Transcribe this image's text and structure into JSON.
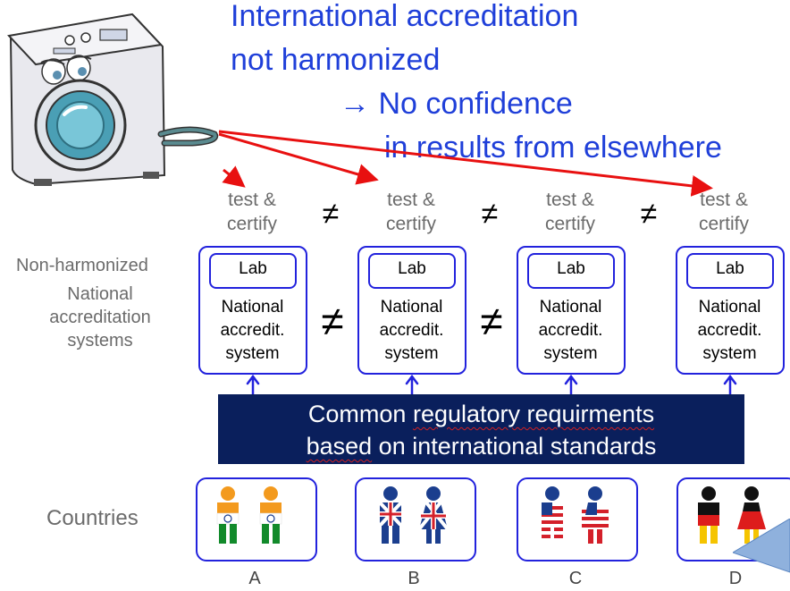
{
  "title": {
    "line1": "International accreditation",
    "line2": "not harmonized",
    "line3": "→ No confidence",
    "line4": "in results from elsewhere"
  },
  "test_certify": [
    {
      "line1": "test &",
      "line2": "certify"
    },
    {
      "line1": "test &",
      "line2": "certify"
    },
    {
      "line1": "test &",
      "line2": "certify"
    },
    {
      "line1": "test &",
      "line2": "certify"
    }
  ],
  "not_equal_symbol": "≠",
  "side_labels": {
    "non_harmonized": "Non-harmonized",
    "national_systems": "National\naccreditation\nsystems",
    "countries": "Countries"
  },
  "systems": [
    {
      "lab": "Lab",
      "name": "National\naccredit.\nsystem"
    },
    {
      "lab": "Lab",
      "name": "National\naccredit.\nsystem"
    },
    {
      "lab": "Lab",
      "name": "National\naccredit.\nsystem"
    },
    {
      "lab": "Lab",
      "name": "National\naccredit.\nsystem"
    }
  ],
  "banner": {
    "line1_a": "Common ",
    "line1_b": "regulatory requirments",
    "line2_a": "based",
    "line2_b": " on international standards"
  },
  "countries": [
    "A",
    "B",
    "C",
    "D"
  ],
  "colors": {
    "title_blue": "#1f3fd9",
    "arrow_red": "#e81010",
    "box_blue": "#2222dd",
    "banner_navy": "#0a1f5c",
    "text_grey": "#6b6b6b"
  }
}
